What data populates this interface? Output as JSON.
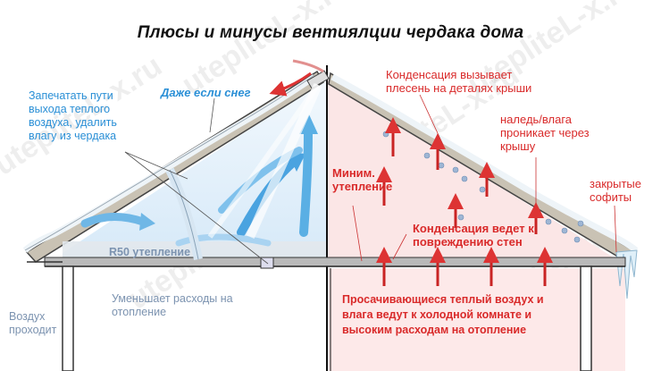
{
  "title": "Плюсы и минусы вентиялции чердака дома",
  "left_side": {
    "seal_label": "Запечатать пути\nвыхода теплого\nвоздуха, удалить\nвлагу из чердака",
    "snow_label": "Даже если снег",
    "insulation_label": "R50 утепление",
    "savings_label": "Уменьшает расходы на\nотопление",
    "air_label": "Воздух\nпроходит"
  },
  "right_side": {
    "condensation_mold_label": "Конденсация вызывает\nплесень на деталях крыши",
    "ice_label": "наледь/влага\nпроникает через\nкрышу",
    "min_insulation_label": "Миним.\nутепление",
    "wall_damage_label": "Конденсация ведет к\nповреждению стен",
    "soffits_label": "закрытые\nсофиты",
    "warm_air_label": "Просачивающиеся теплый воздух и\nвлага ведут к холодной комнате и\nвысоким расходам на отопление"
  },
  "watermark": "utepliteL-x.ru",
  "colors": {
    "blue_text": "#2a8fd6",
    "red_text": "#d92a2a",
    "grey_text": "#7c93b0",
    "pink_bg": "#fbe6e6",
    "attic_blue": "#e8f2fb"
  }
}
